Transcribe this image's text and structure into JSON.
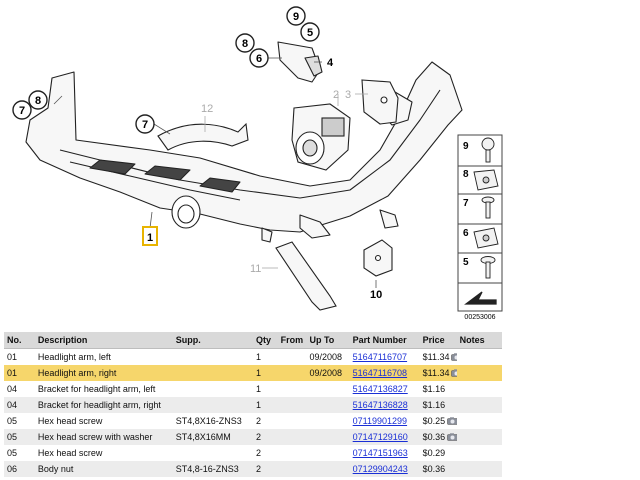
{
  "diagram": {
    "callouts": [
      "1",
      "4",
      "5",
      "6",
      "7",
      "8",
      "9",
      "10",
      "11",
      "12",
      "2",
      "3"
    ],
    "callout_7a": "7",
    "callout_8a": "8",
    "callout_7b": "7",
    "callout_12": "12",
    "callout_9": "9",
    "callout_5": "5",
    "callout_8b": "8",
    "callout_6": "6",
    "callout_4": "4",
    "callout_2": "2",
    "callout_3": "3",
    "callout_1": "1",
    "callout_11": "11",
    "callout_10": "10",
    "legend": [
      "9",
      "8",
      "7",
      "6",
      "5"
    ],
    "diagram_id": "00253006"
  },
  "table": {
    "headers": [
      "No.",
      "Description",
      "Supp.",
      "Qty",
      "From",
      "Up To",
      "Part Number",
      "Price",
      "Notes"
    ],
    "rows": [
      {
        "no": "01",
        "desc": "Headlight arm, left",
        "supp": "",
        "qty": "1",
        "from": "",
        "upto": "09/2008",
        "part": "51647116707",
        "price": "$11.34",
        "camera": true,
        "style": "plain"
      },
      {
        "no": "01",
        "desc": "Headlight arm, right",
        "supp": "",
        "qty": "1",
        "from": "",
        "upto": "09/2008",
        "part": "51647116708",
        "price": "$11.34",
        "camera": true,
        "style": "hl"
      },
      {
        "no": "04",
        "desc": "Bracket for headlight arm, left",
        "supp": "",
        "qty": "1",
        "from": "",
        "upto": "",
        "part": "51647136827",
        "price": "$1.16",
        "camera": false,
        "style": "plain"
      },
      {
        "no": "04",
        "desc": "Bracket for headlight arm, right",
        "supp": "",
        "qty": "1",
        "from": "",
        "upto": "",
        "part": "51647136828",
        "price": "$1.16",
        "camera": false,
        "style": "alt"
      },
      {
        "no": "05",
        "desc": "Hex head screw",
        "supp": "ST4,8X16-ZNS3",
        "qty": "2",
        "from": "",
        "upto": "",
        "part": "07119901299",
        "price": "$0.25",
        "camera": true,
        "style": "plain"
      },
      {
        "no": "05",
        "desc": "Hex head screw with washer",
        "supp": "ST4,8X16MM",
        "qty": "2",
        "from": "",
        "upto": "",
        "part": "07147129160",
        "price": "$0.36",
        "camera": true,
        "style": "alt"
      },
      {
        "no": "05",
        "desc": "Hex head screw",
        "supp": "",
        "qty": "2",
        "from": "",
        "upto": "",
        "part": "07147151963",
        "price": "$0.29",
        "camera": false,
        "style": "plain"
      },
      {
        "no": "06",
        "desc": "Body nut",
        "supp": "ST4,8-16-ZNS3",
        "qty": "2",
        "from": "",
        "upto": "",
        "part": "07129904243",
        "price": "$0.36",
        "camera": false,
        "style": "alt"
      }
    ]
  },
  "colors": {
    "highlight_row": "#f6d66b",
    "alt_row": "#ececec",
    "header_bg": "#d9d9d9",
    "link": "#1a2fd6",
    "callout_box": "#e8b400"
  }
}
